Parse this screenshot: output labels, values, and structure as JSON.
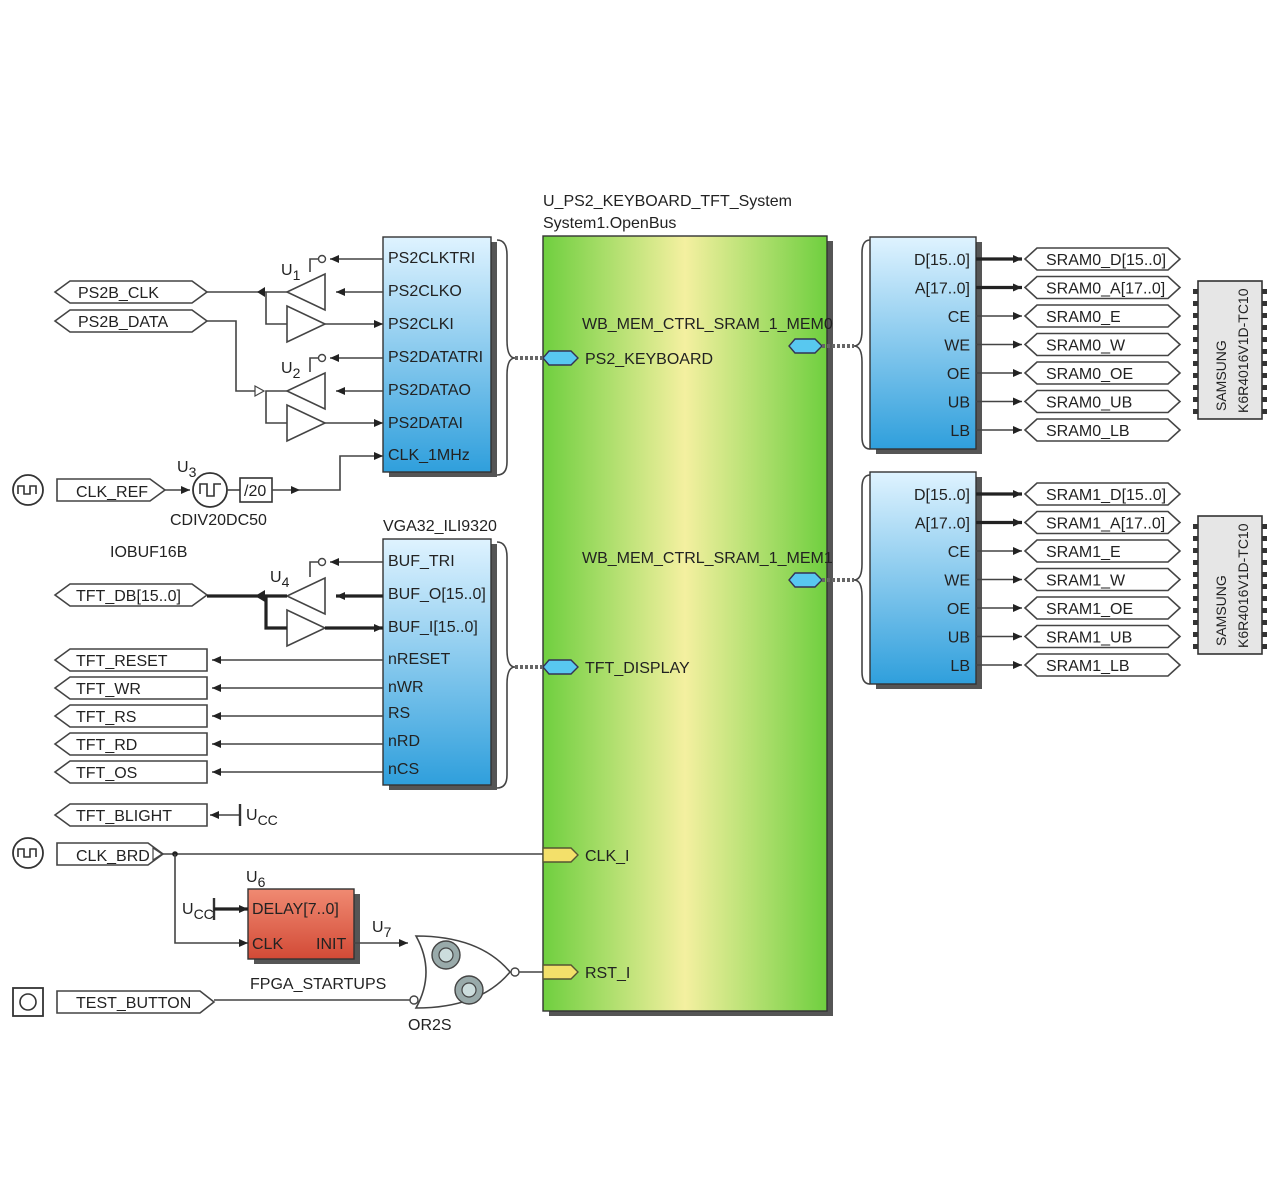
{
  "colors": {
    "blue_top": "#dff3ff",
    "blue_bottom": "#2f9fdc",
    "green": "#6fcf3f",
    "yellow": "#f4f0a0",
    "red": "#e0604a",
    "port_fill": "#ffffff",
    "pin_yellow": "#f3e06a"
  },
  "system": {
    "instance": "U_PS2_KEYBOARD_TFT_System",
    "bus": "System1.OpenBus",
    "pins": [
      "PS2_KEYBOARD",
      "TFT_DISPLAY",
      "CLK_I",
      "RST_I"
    ],
    "mem_labels": [
      "WB_MEM_CTRL_SRAM_1_MEM0",
      "WB_MEM_CTRL_SRAM_1_MEM1"
    ]
  },
  "ps2_block": {
    "pins": [
      "PS2CLKTRI",
      "PS2CLKO",
      "PS2CLKI",
      "PS2DATATRI",
      "PS2DATAO",
      "PS2DATAI",
      "CLK_1MHz"
    ],
    "u1": "U",
    "u1_sub": "1",
    "u2": "U",
    "u2_sub": "2"
  },
  "ports_left": {
    "ps2b_clk": "PS2B_CLK",
    "ps2b_data": "PS2B_DATA",
    "clk_ref": "CLK_REF",
    "tft_db": "TFT_DB[15..0]",
    "tft_reset": "TFT_RESET",
    "tft_wr": "TFT_WR",
    "tft_rs": "TFT_RS",
    "tft_rd": "TFT_RD",
    "tft_os": "TFT_OS",
    "tft_blight": "TFT_BLIGHT",
    "clk_brd": "CLK_BRD",
    "test_button": "TEST_BUTTON"
  },
  "clkdiv": {
    "u3": "U",
    "u3_sub": "3",
    "div": "/20",
    "name": "CDIV20DC50"
  },
  "vga_block": {
    "title": "VGA32_ILI9320",
    "iobuf": "IOBUF16B",
    "u4": "U",
    "u4_sub": "4",
    "pins": [
      "BUF_TRI",
      "BUF_O[15..0]",
      "BUF_I[15..0]",
      "nRESET",
      "nWR",
      "RS",
      "nRD",
      "nCS"
    ]
  },
  "ucc": {
    "u": "U",
    "sub": "CC"
  },
  "startup": {
    "u6": "U",
    "u6_sub": "6",
    "pin_delay": "DELAY[7..0]",
    "pin_clk": "CLK",
    "pin_init": "INIT",
    "name": "FPGA_STARTUPS",
    "u7": "U",
    "u7_sub": "7",
    "gate": "OR2S"
  },
  "mem": {
    "pins": [
      "D[15..0]",
      "A[17..0]",
      "CE",
      "WE",
      "OE",
      "UB",
      "LB"
    ],
    "sram0": [
      "SRAM0_D[15..0]",
      "SRAM0_A[17..0]",
      "SRAM0_E",
      "SRAM0_W",
      "SRAM0_OE",
      "SRAM0_UB",
      "SRAM0_LB"
    ],
    "sram1": [
      "SRAM1_D[15..0]",
      "SRAM1_A[17..0]",
      "SRAM1_E",
      "SRAM1_W",
      "SRAM1_OE",
      "SRAM1_UB",
      "SRAM1_LB"
    ],
    "chip_maker": "SAMSUNG",
    "chip_part": "K6R4016V1D-TC10"
  }
}
